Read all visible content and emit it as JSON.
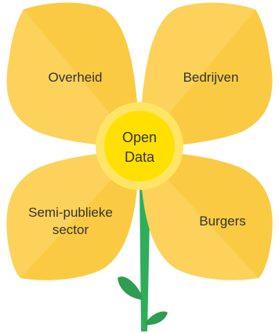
{
  "diagram": {
    "center": {
      "line1": "Open",
      "line2": "Data"
    },
    "petals": {
      "top_left": "Overheid",
      "top_right": "Bedrijven",
      "bottom_left_line1": "Semi-publieke",
      "bottom_left_line2": "sector",
      "bottom_right": "Burgers"
    }
  },
  "colors": {
    "petal_light": "#FCD25A",
    "petal_dark": "#F8C430",
    "center_outer": "#FFE566",
    "center_inner": "#FFE000",
    "stem": "#2EAE5A",
    "leaf": "#2E9C52",
    "text": "#333333"
  }
}
